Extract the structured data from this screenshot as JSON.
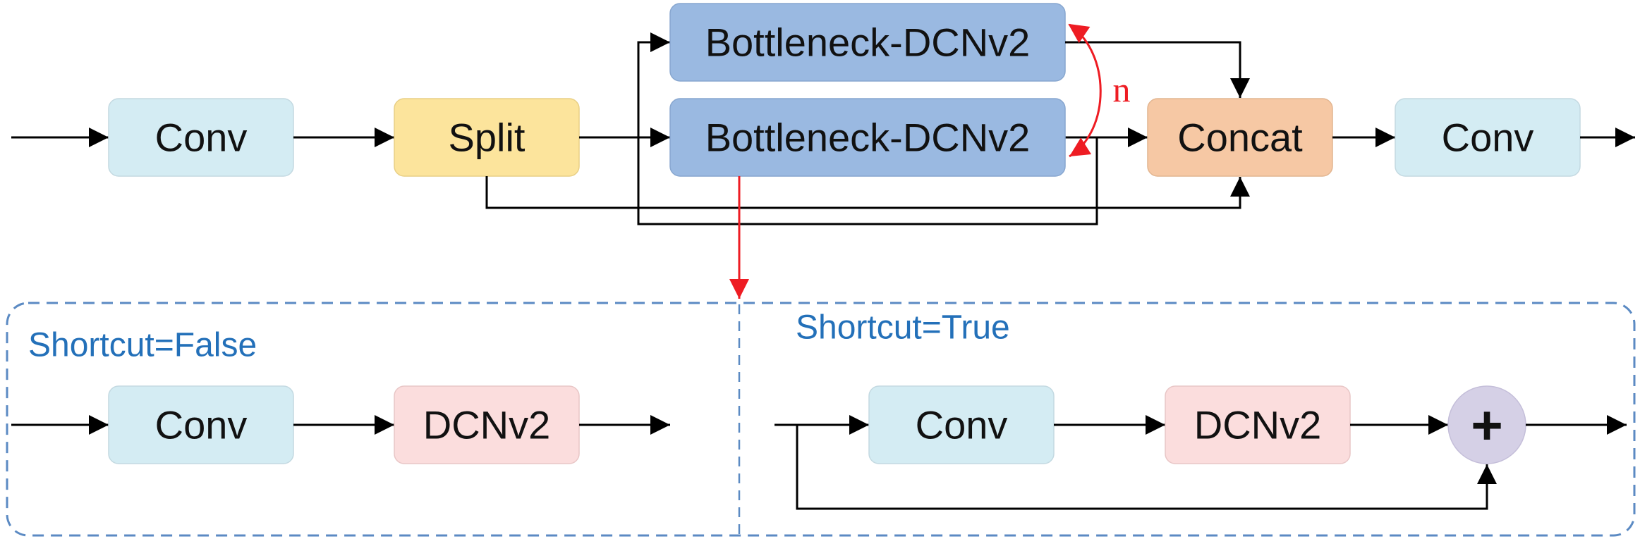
{
  "colors": {
    "conv": "#d4ecf3",
    "split": "#fce49c",
    "bottleneck": "#9ab9e1",
    "concat": "#f6c8a4",
    "dcnv2": "#fbdddd",
    "add": "#d5d0e6",
    "line": "#000000",
    "red": "#ee1c23",
    "blue_label": "#2370b9",
    "dashed_border": "#5b8ac3"
  },
  "top": {
    "conv_in": "Conv",
    "split": "Split",
    "bottleneck_1": "Bottleneck-DCNv2",
    "bottleneck_2": "Bottleneck-DCNv2",
    "repeat_label": "n",
    "concat": "Concat",
    "conv_out": "Conv"
  },
  "bottom": {
    "left": {
      "title": "Shortcut=False",
      "conv": "Conv",
      "dcnv2": "DCNv2"
    },
    "right": {
      "title": "Shortcut=True",
      "conv": "Conv",
      "dcnv2": "DCNv2",
      "add_symbol": "+",
      "add_icon": "plus-circle-icon"
    }
  }
}
